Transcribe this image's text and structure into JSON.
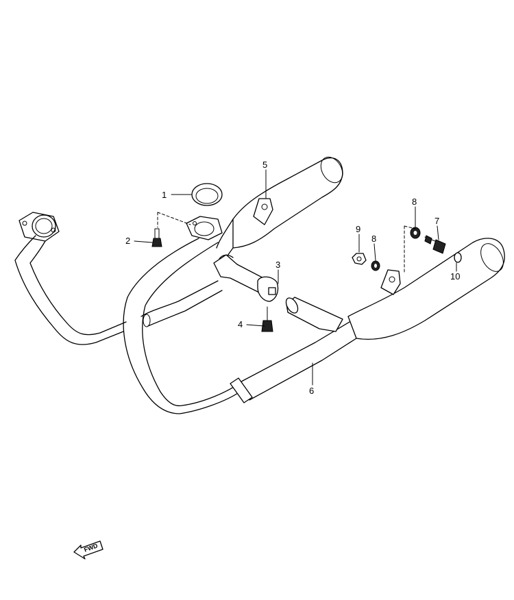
{
  "diagram": {
    "parts": [
      {
        "number": "1"
      },
      {
        "number": "2"
      },
      {
        "number": "3"
      },
      {
        "number": "4"
      },
      {
        "number": "5"
      },
      {
        "number": "6"
      },
      {
        "number": "7"
      },
      {
        "number": "8"
      },
      {
        "number": "8"
      },
      {
        "number": "9"
      },
      {
        "number": "10"
      }
    ],
    "direction_arrow": {
      "text": "FWD",
      "icon": "fwd-arrow-icon"
    }
  }
}
